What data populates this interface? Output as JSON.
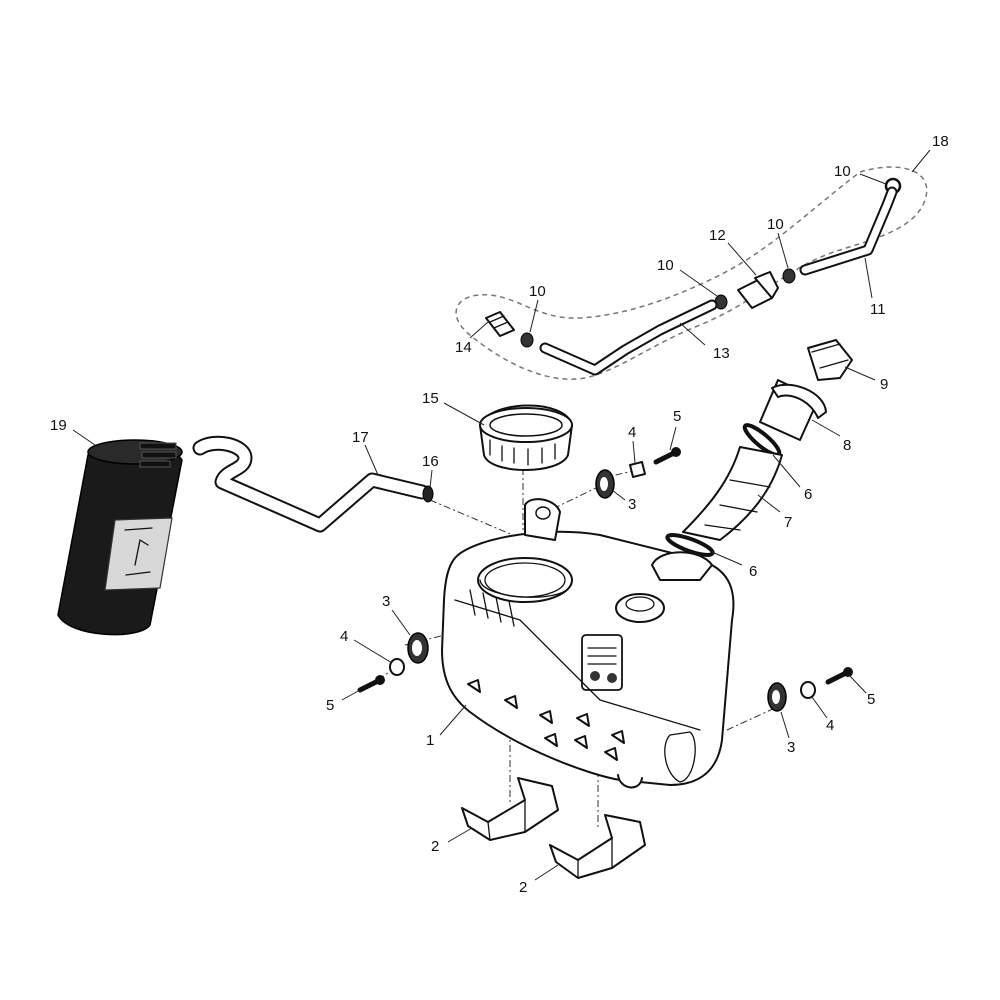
{
  "callouts": {
    "c1": "1",
    "c2a": "2",
    "c2b": "2",
    "c3a": "3",
    "c3b": "3",
    "c3c": "3",
    "c4a": "4",
    "c4b": "4",
    "c4c": "4",
    "c5a": "5",
    "c5b": "5",
    "c5c": "5",
    "c6a": "6",
    "c6b": "6",
    "c7": "7",
    "c8": "8",
    "c9": "9",
    "c10a": "10",
    "c10b": "10",
    "c10c": "10",
    "c10d": "10",
    "c11": "11",
    "c12": "12",
    "c13": "13",
    "c14": "14",
    "c15": "15",
    "c16": "16",
    "c17": "17",
    "c18": "18",
    "c19": "19"
  }
}
